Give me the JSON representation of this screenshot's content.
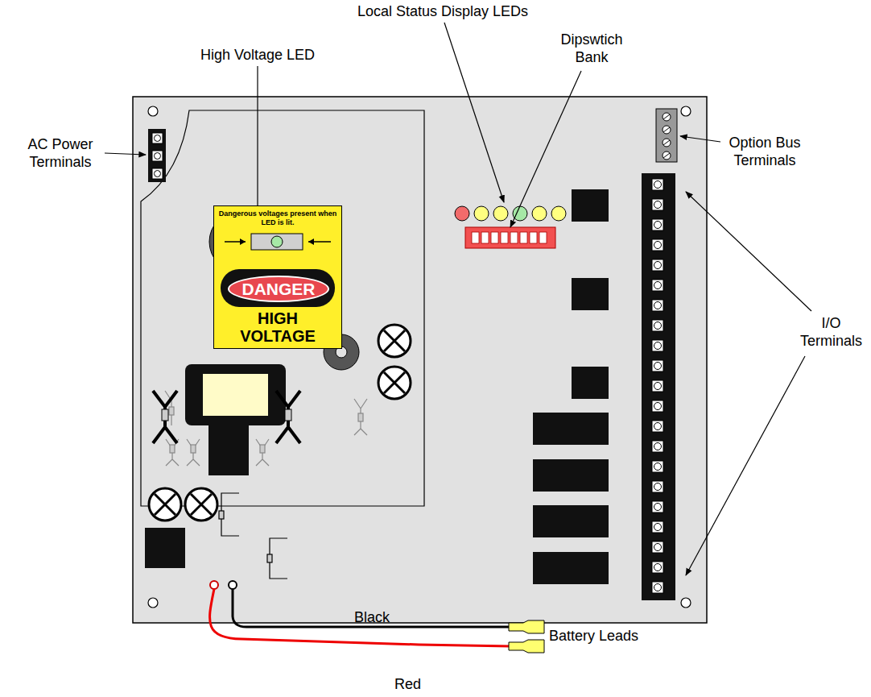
{
  "diagram": {
    "nodes": [
      {
        "text": [
          "Dangerous voltages present when LED is lit.",
          "HIGH VOLTAGE"
        ]
      },
      {
        "text": [
          "DANGER"
        ],
        "in": 0
      }
    ],
    "labels": [
      "Local Status Display LEDs",
      "High Voltage LED",
      "Dipswtich Bank",
      "AC Power Terminals",
      "Option Bus Terminals",
      "I/O Terminals",
      "Black",
      "Battery Leads",
      "Red"
    ]
  }
}
